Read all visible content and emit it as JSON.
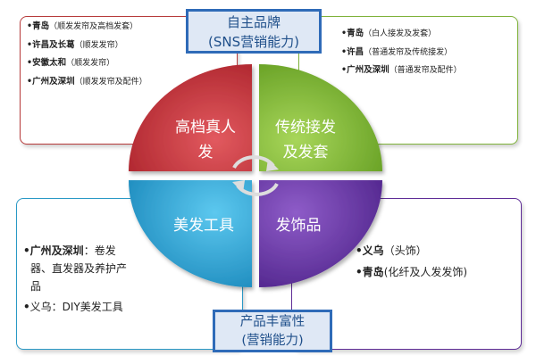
{
  "top_title": {
    "line1": "自主品牌",
    "line2": "(SNS营销能力)"
  },
  "bottom_title": {
    "line1": "产品丰富性",
    "line2": "(营销能力)"
  },
  "quadrants": {
    "top_left": {
      "line1": "高档真人",
      "line2": "发",
      "color": "#c8303a"
    },
    "top_right": {
      "line1": "传统接发",
      "line2": "及发套",
      "color": "#82b836"
    },
    "bottom_left": {
      "line1": "美发工具",
      "color": "#2aa9d8"
    },
    "bottom_right": {
      "line1": "发饰品",
      "color": "#6a3aa6"
    }
  },
  "panel_top_left": [
    {
      "bullet": "•",
      "city": "青岛",
      "note": "（顺发发帘及高档发套）"
    },
    {
      "bullet": "•",
      "city": "许昌及长葛",
      "note": "（顺发发帘）"
    },
    {
      "bullet": "•",
      "city": "安徽太和",
      "note": "（顺发发帘）"
    },
    {
      "bullet": "•",
      "city": "广州及深圳",
      "note": "（顺发发帘及配件）"
    }
  ],
  "panel_top_right": [
    {
      "bullet": "•",
      "city": "青岛",
      "note": "（白人接发及发套）"
    },
    {
      "bullet": "•",
      "city": "许昌",
      "note": "（普通发帘及传统接发）"
    },
    {
      "bullet": "•",
      "city": "广州及深圳",
      "note": "（普通发帘及配件）"
    }
  ],
  "panel_bottom_left": [
    {
      "bullet": "•",
      "city": "广州及深圳",
      "line1_rest": "：卷发",
      "line2": "器、直发器及养护产",
      "line3": "品"
    },
    {
      "bullet": "•",
      "text": "义乌：DIY美发工具"
    }
  ],
  "panel_bottom_right": [
    {
      "bullet": "•",
      "city": "义乌",
      "note": "（头饰）"
    },
    {
      "bullet": "•",
      "city": "青岛",
      "note": "(化纤及人发发饰)"
    }
  ]
}
